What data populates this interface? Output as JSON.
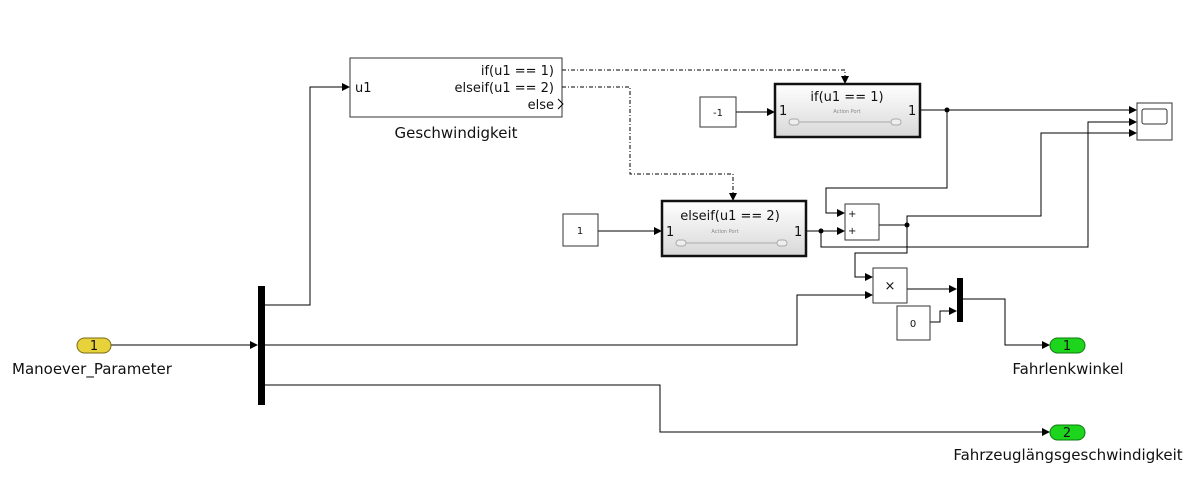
{
  "inports": [
    {
      "number": "1",
      "name": "Manoever_Parameter",
      "color": "#e8d23c"
    }
  ],
  "outports": [
    {
      "number": "1",
      "name": "Fahrlenkwinkel",
      "color": "#1ed51e"
    },
    {
      "number": "2",
      "name": "Fahrzeuglängsgeschwindigkeit",
      "color": "#1ed51e"
    }
  ],
  "if_block": {
    "name": "Geschwindigkeit",
    "input": "u1",
    "outputs": [
      "if(u1 == 1)",
      "elseif(u1 == 2)",
      "else"
    ]
  },
  "action_subsystems": [
    {
      "title": "if(u1 == 1)",
      "subtitle": "Action Port",
      "in": "1",
      "out": "1"
    },
    {
      "title": "elseif(u1 == 2)",
      "subtitle": "Action Port",
      "in": "1",
      "out": "1"
    }
  ],
  "constants": [
    "-1",
    "1",
    "0"
  ],
  "sum": {
    "signs": [
      "+",
      "+"
    ]
  },
  "product": {
    "symbol": "×"
  }
}
